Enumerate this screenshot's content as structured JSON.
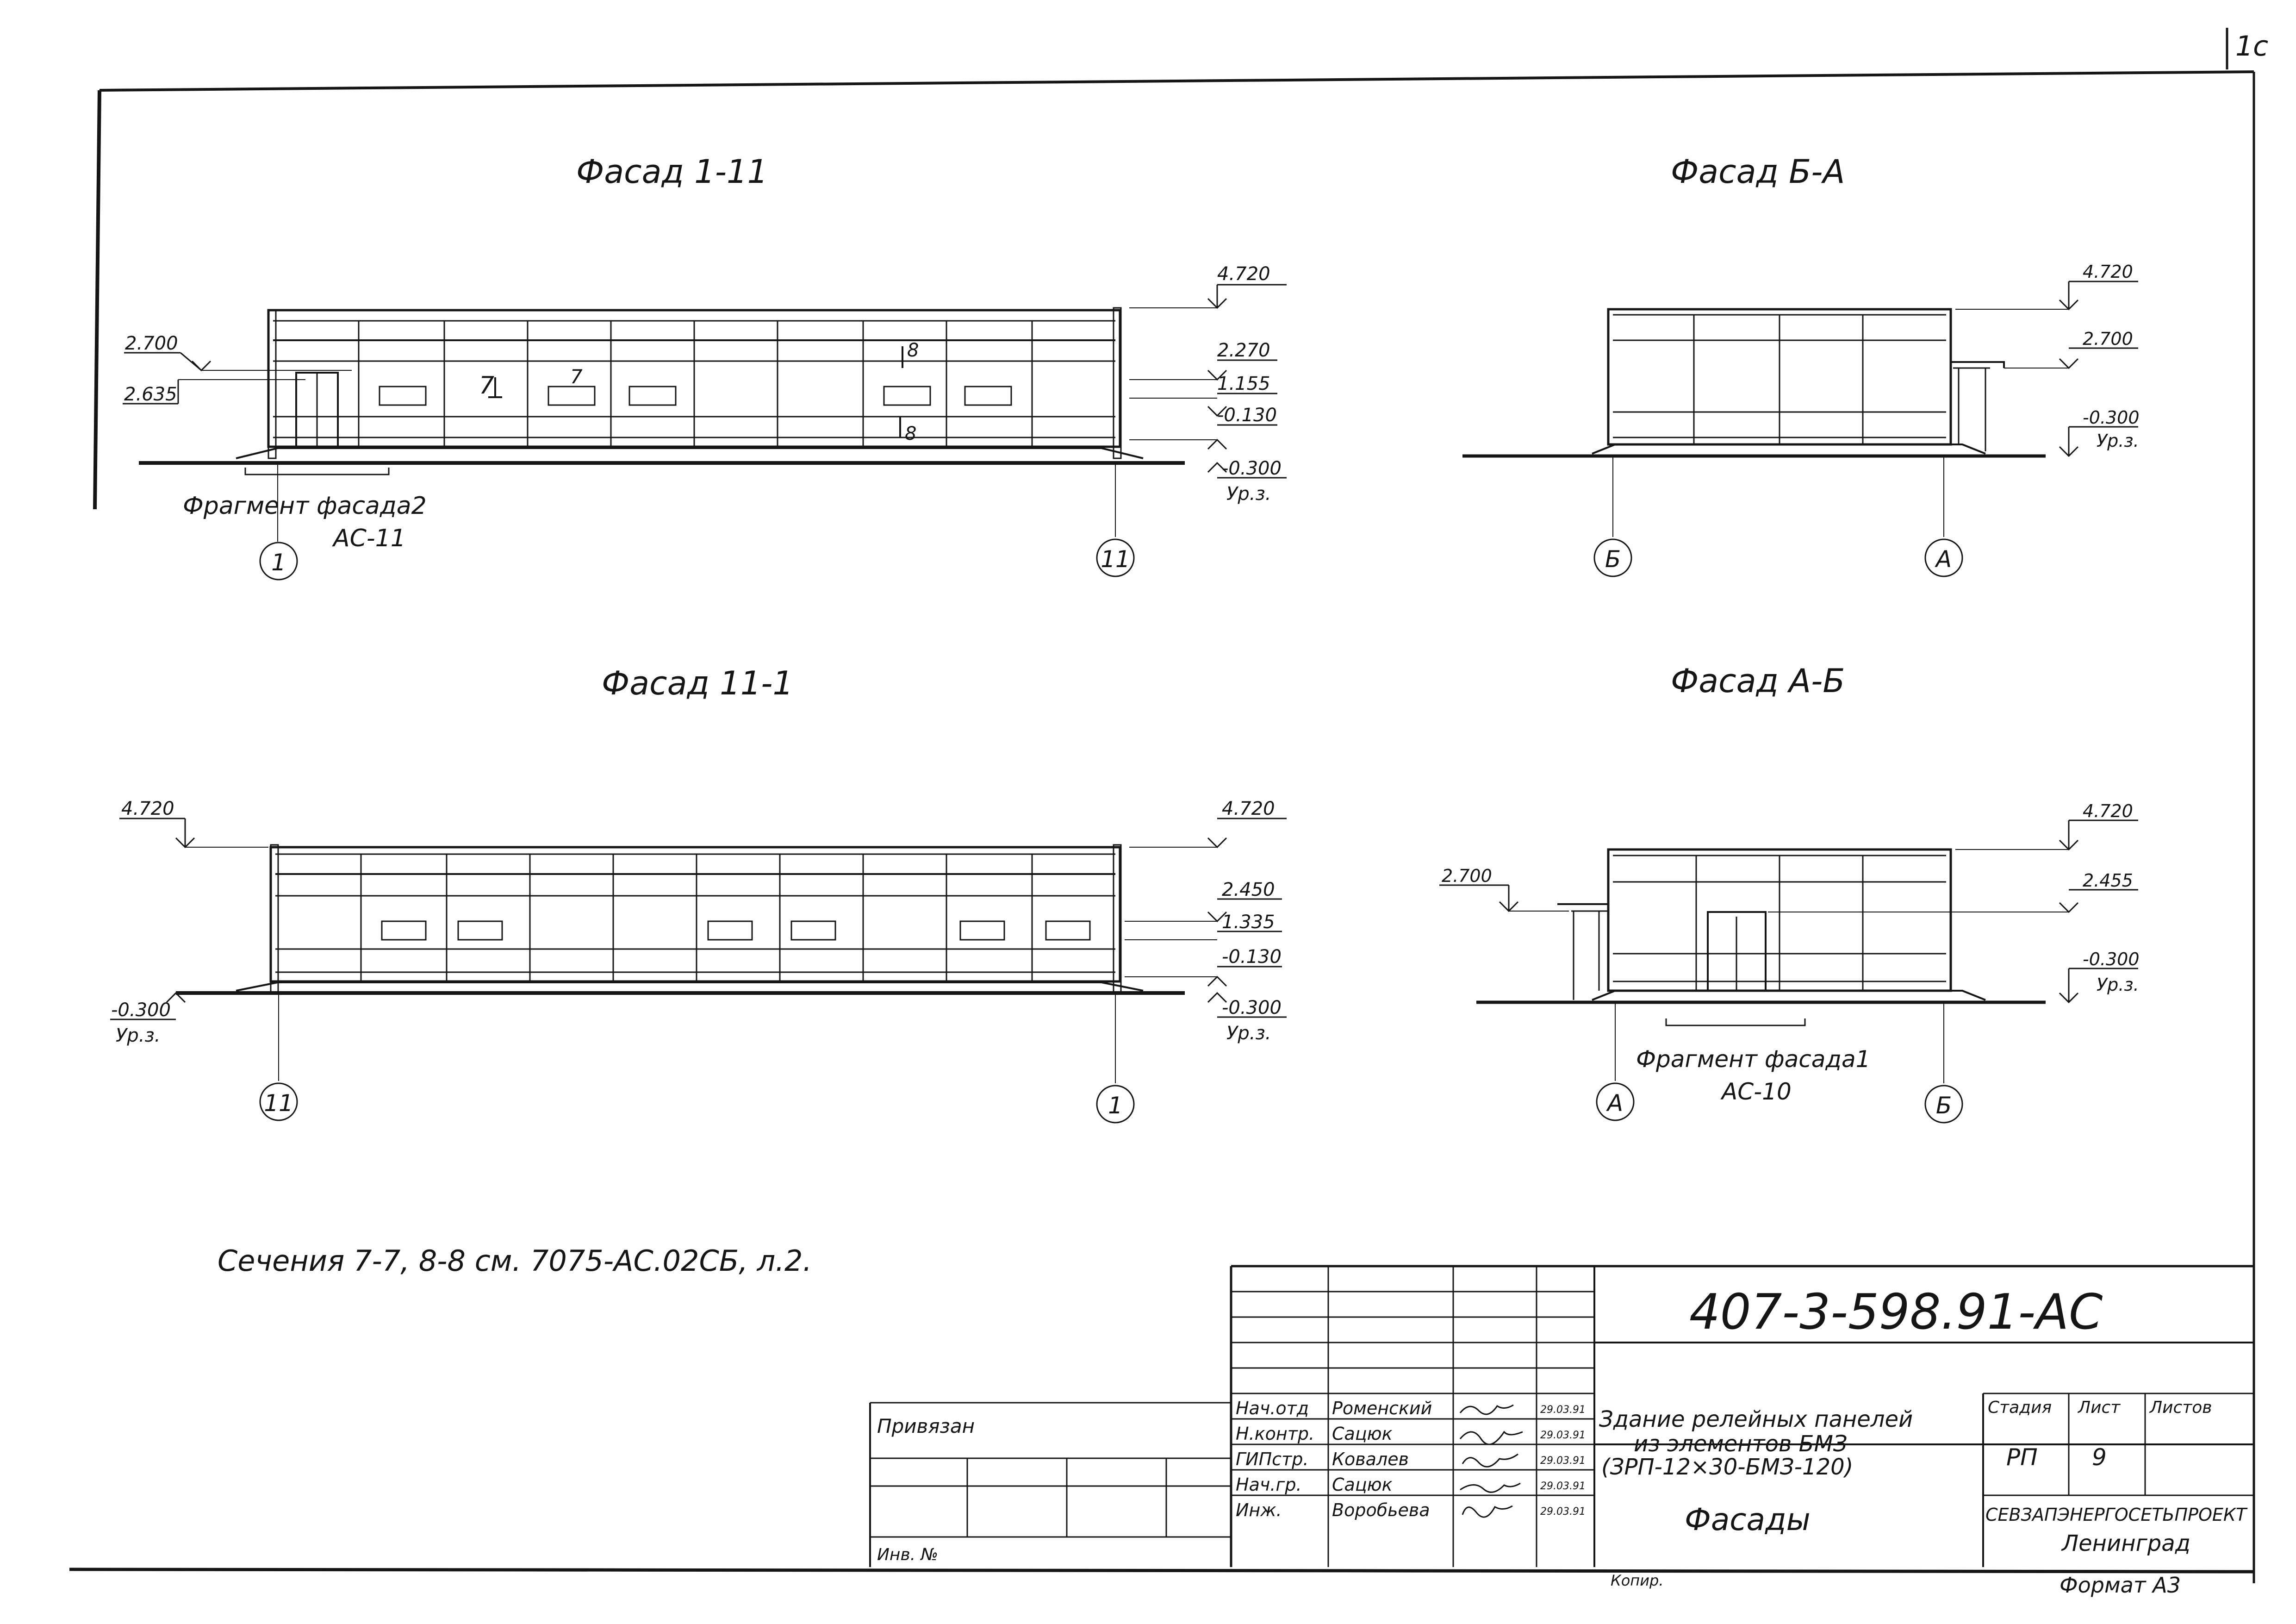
{
  "page_number": "1c",
  "facades": {
    "f1": {
      "title": "Фасад 1-11",
      "left_marks": [
        "2.700",
        "2.635"
      ],
      "right_marks": [
        "4.720",
        "2.270",
        "1.155",
        "-0.130",
        "-0.300"
      ],
      "ground_label": "Ур.з.",
      "section_marks": [
        "7",
        "7",
        "8",
        "8"
      ],
      "fragment_note": [
        "Фрагмент фасада2",
        "АС-11"
      ],
      "axes": [
        "1",
        "11"
      ]
    },
    "f2": {
      "title": "Фасад 11-1",
      "left_marks": [
        "4.720",
        "-0.300"
      ],
      "left_ground": "Ур.з.",
      "right_marks": [
        "4.720",
        "2.450",
        "1.335",
        "-0.130",
        "-0.300"
      ],
      "ground_label": "Ур.з.",
      "axes": [
        "11",
        "1"
      ]
    },
    "f3": {
      "title": "Фасад Б-А",
      "right_marks": [
        "4.720",
        "2.700",
        "-0.300"
      ],
      "ground_label": "Ур.з.",
      "axes": [
        "Б",
        "А"
      ]
    },
    "f4": {
      "title": "Фасад А-Б",
      "left_marks": [
        "2.700"
      ],
      "right_marks": [
        "4.720",
        "2.455",
        "-0.300"
      ],
      "ground_label": "Ур.з.",
      "fragment_note": [
        "Фрагмент фасада1",
        "АС-10"
      ],
      "axes": [
        "А",
        "Б"
      ]
    }
  },
  "note": "Сечения 7-7, 8-8 см. 7075-АС.02СБ, л.2.",
  "title_block": {
    "code": "407-3-598.91-АС",
    "bound_label": "Привязан",
    "inv_label": "Инв. №",
    "roles": [
      "Нач.отд",
      "Н.контр.",
      "ГИПстр.",
      "Нач.гр.",
      "Инж."
    ],
    "names": [
      "Роменский",
      "Сацюк",
      "Ковалев",
      "Сацюк",
      "Воробьева"
    ],
    "dates": [
      "29.03.91",
      "29.03.91",
      "29.03.91",
      "29.03.91",
      "29.03.91"
    ],
    "project": [
      "Здание релейных панелей",
      "из элементов БМЗ",
      "(ЗРП-12×30-БМЗ-120)"
    ],
    "sheet_title": "Фасады",
    "stage_header": "Стадия",
    "sheet_header": "Лист",
    "sheets_header": "Листов",
    "stage": "РП",
    "sheet_no": "9",
    "org": "СЕВЗАПЭНЕРГОСЕТЬПРОЕКТ",
    "city": "Ленинград"
  },
  "copied_label": "Копир.",
  "format_label": "Формат А3"
}
